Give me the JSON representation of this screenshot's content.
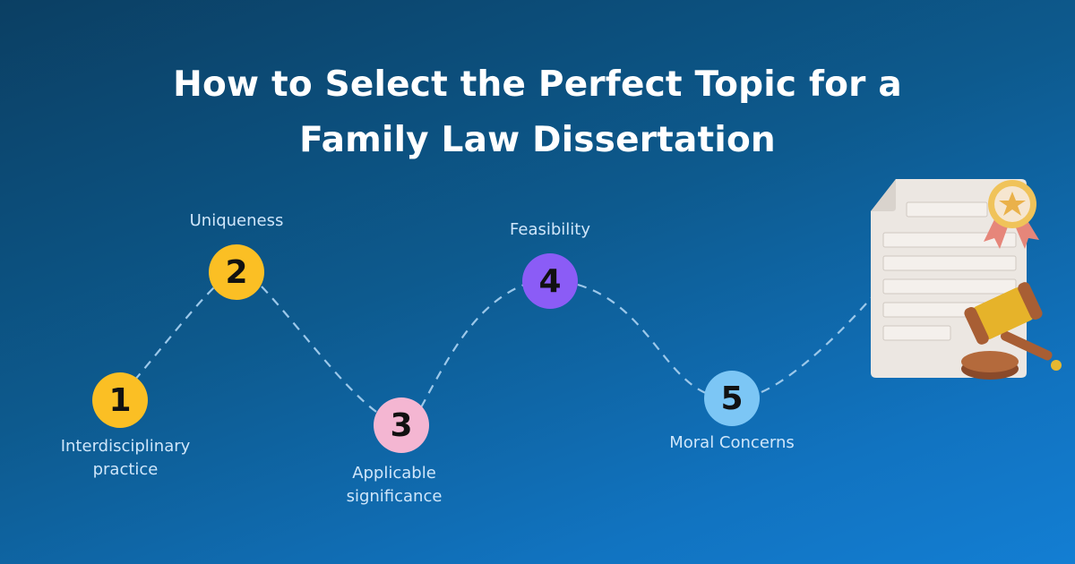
{
  "title": {
    "line1": "How to Select the Perfect Topic for a",
    "line2": "Family Law Dissertation"
  },
  "steps": [
    {
      "number": "1",
      "label_line1": "Interdisciplinary",
      "label_line2": "practice",
      "color": "#fbbf24"
    },
    {
      "number": "2",
      "label_line1": "Uniqueness",
      "label_line2": "",
      "color": "#fbbf24"
    },
    {
      "number": "3",
      "label_line1": "Applicable",
      "label_line2": "significance",
      "color": "#f4b6d2"
    },
    {
      "number": "4",
      "label_line1": "Feasibility",
      "label_line2": "",
      "color": "#8b5cf6"
    },
    {
      "number": "5",
      "label_line1": "Moral Concerns",
      "label_line2": "",
      "color": "#7cc6f5"
    }
  ],
  "illustration": {
    "icon": "certificate-with-gavel-icon"
  },
  "colors": {
    "bg_top": "#0b3f63",
    "bg_bottom": "#137ed3",
    "dash": "#9cc8ea",
    "label": "#cfe6fa"
  }
}
